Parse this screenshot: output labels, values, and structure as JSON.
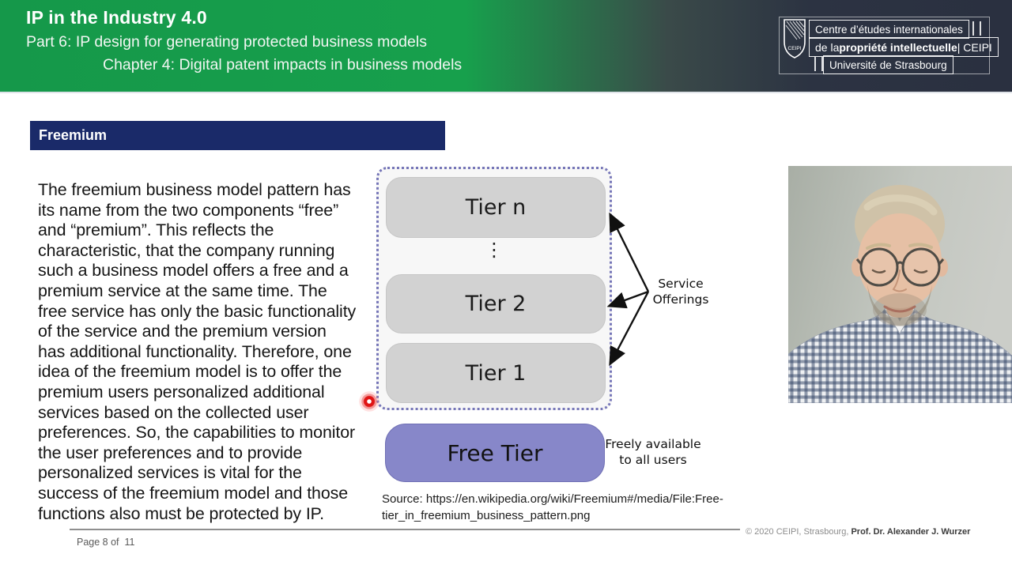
{
  "header": {
    "title": "IP in the Industry 4.0",
    "subtitle1": "Part 6: IP design for generating protected business models",
    "subtitle2": "Chapter 4: Digital patent impacts in business models",
    "logo": {
      "shield_text": "CEIPI",
      "line1": "Centre d’études internationales",
      "line2_prefix": "de la ",
      "line2_bold": "propriété intellectuelle",
      "line2_suffix": " | CEIPI",
      "line3": "Université de Strasbourg"
    }
  },
  "slide": {
    "section_title": "Freemium",
    "body_lines": [
      "The freemium business model pattern has",
      "its name from the two components “free”",
      "and “premium”. This reflects the",
      "characteristic, that the company running",
      "such a business model offers a free and a",
      "premium service at the same time. The",
      "free service has only the basic functionality",
      "of the service and the premium version",
      "has additional functionality. Therefore, one",
      "idea of the freemium model is to offer the",
      "premium users personalized additional",
      "services based on the collected user",
      "preferences. So, the capabilities to monitor",
      "the user preferences and to provide",
      "personalized services is vital for the",
      "success of the freemium model and those",
      "functions also must be protected by IP."
    ],
    "source_lines": [
      "Source: https://en.wikipedia.org/wiki/Freemium#/media/File:Free-",
      "tier_in_freemium_business_pattern.png"
    ]
  },
  "diagram": {
    "tiers": [
      "Tier n",
      "Tier 2",
      "Tier 1"
    ],
    "ellipsis": "⋮",
    "free_tier": "Free Tier",
    "service_label_lines": [
      "Service",
      "Offerings"
    ],
    "free_label_lines": [
      "Freely available",
      "to all users"
    ],
    "colors": {
      "tier_fill": "#d2d2d2",
      "free_tier_fill": "#8787c9",
      "container_fill": "#f7f7f7",
      "dotted_border": "#7676b8",
      "header_green": "#17a04c",
      "header_dark": "#2a3040",
      "section_bar": "#1a2a69",
      "laser_red": "#e01414"
    }
  },
  "footer": {
    "page_label": "Page 8 of  11",
    "copyright_normal": "© 2020 CEIPI, Strasbourg, ",
    "copyright_bold": "Prof. Dr. Alexander J. Wurzer"
  }
}
